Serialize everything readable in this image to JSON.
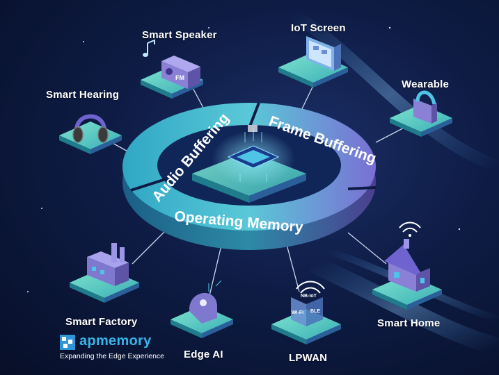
{
  "hub": {
    "segments": {
      "audio": "Audio Buffering",
      "frame": "Frame Buffering",
      "memory": "Operating Memory"
    }
  },
  "nodes": {
    "smart_speaker": "Smart Speaker",
    "iot_screen": "IoT Screen",
    "wearable": "Wearable",
    "smart_hearing": "Smart Hearing",
    "smart_factory": "Smart Factory",
    "edge_ai": "Edge AI",
    "lpwan": "LPWAN",
    "smart_home": "Smart Home"
  },
  "icon_text": {
    "fm": "FM",
    "nbiot": "NB-IoT",
    "wifi": "Wi-Fi",
    "ble": "BLE"
  },
  "brand": {
    "name": "apmemory",
    "tagline": "Expanding the Edge Experience"
  },
  "colors": {
    "background": "#0e1c45",
    "ring": "#3fb8c9",
    "platform_top": "#5fd3c0",
    "accent_purple": "#6a5acd",
    "brand_blue": "#39b3e6"
  }
}
